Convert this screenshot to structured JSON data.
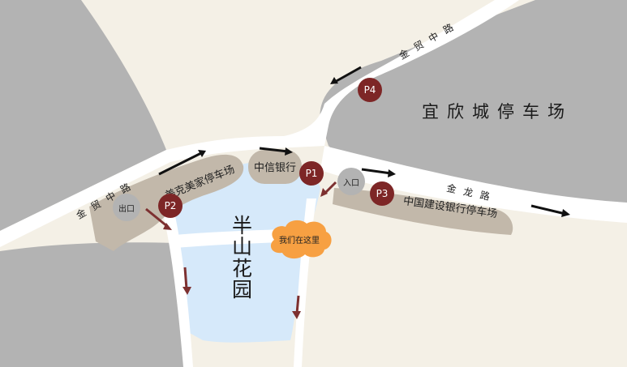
{
  "map": {
    "colors": {
      "background": "#f4f0e6",
      "block_gray": "#b3b3b3",
      "road": "#ffffff",
      "park_water": "#d6e9fa",
      "parking_strip": "#c2b8aa",
      "parking_marker": "#7d2626",
      "exit_arrow": "#7d3030",
      "flow_arrow": "#111111",
      "callout": "#f7a042"
    },
    "roads": {
      "jinmao_top": "金贸中路",
      "jinmao_left": "金贸中路",
      "jinlong": "金龙路"
    },
    "areas": {
      "yixin_parking": "宜欣城停车场",
      "park": "半山花园"
    },
    "strips": {
      "meike": "美克美家停车场",
      "citic": "中信银行",
      "ccb": "中国建设银行停车场"
    },
    "markers": {
      "p1": "P1",
      "p2": "P2",
      "p3": "P3",
      "p4": "P4",
      "entrance": "入口",
      "exit": "出口"
    },
    "callout": "我们在这里"
  }
}
